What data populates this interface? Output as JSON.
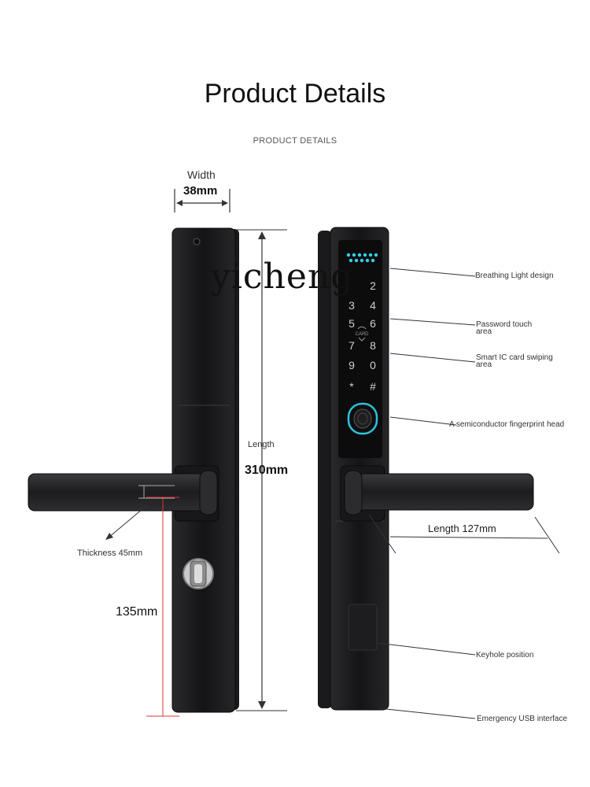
{
  "header": {
    "title": "Product Details",
    "subtitle": "PRODUCT DETAILS"
  },
  "watermark": "yicheng",
  "dimensions": {
    "width_label": "Width",
    "width_value": "38mm",
    "length_label": "Length",
    "length_value": "310mm",
    "thickness_label": "Thickness 45mm",
    "lower_value": "135mm",
    "handle_length_label": "Length 127mm"
  },
  "keypad": {
    "keys": [
      "2",
      "3",
      "4",
      "5",
      "6",
      "7",
      "8",
      "9",
      "0",
      "*",
      "#"
    ],
    "card_label": "CARD"
  },
  "callouts": {
    "breathing_light": "Breathing Light design",
    "password_touch_line1": "Password touch",
    "password_touch_line2": "area",
    "ic_card_line1": "Smart IC card swiping",
    "ic_card_line2": "area",
    "fingerprint": "A semiconductor fingerprint head",
    "keyhole": "Keyhole position",
    "usb": "Emergency USB interface"
  }
}
